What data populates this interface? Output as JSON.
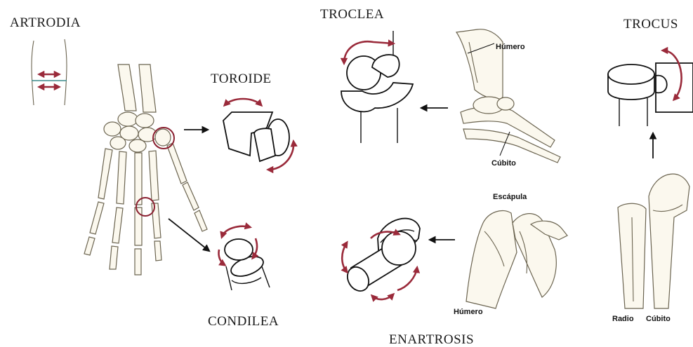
{
  "titles": {
    "artrodia": "ARTRODIA",
    "toroide": "TOROIDE",
    "condilea": "CONDILEA",
    "troclea": "TROCLEA",
    "enartrosis": "ENARTROSIS",
    "trocus": "TROCUS"
  },
  "labels": {
    "humero_top": "Húmero",
    "cubito_top": "Cúbito",
    "escapula": "Escápula",
    "humero_bottom": "Húmero",
    "radio": "Radio",
    "cubito_bottom": "Cúbito"
  },
  "colors": {
    "rotation_arrow": "#9a2a3a",
    "highlight_circle": "#8a2030",
    "bone_outline": "#6b6450",
    "shape_outline": "#111111"
  }
}
